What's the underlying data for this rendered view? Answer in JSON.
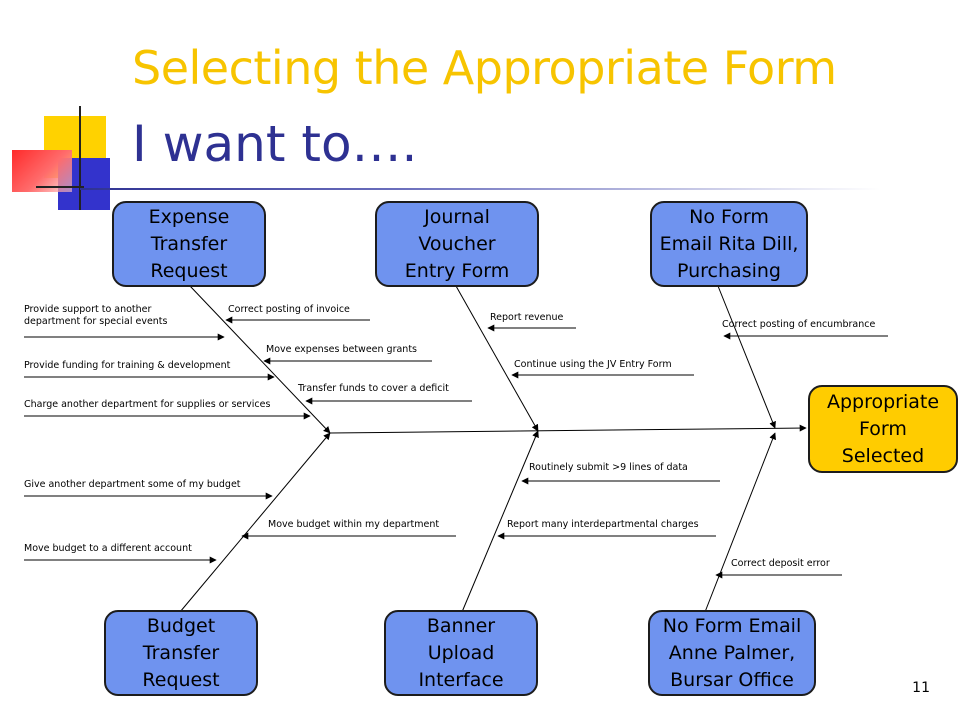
{
  "slide": {
    "title": "Selecting the Appropriate Form",
    "subtitle": "I want to….",
    "page_number": "11"
  },
  "colors": {
    "title": "#f7c400",
    "subtitle": "#2e3192",
    "form_box": "#6f93ef",
    "head_box": "#ffcc00"
  },
  "head": {
    "label": "Appropriate\nForm\nSelected"
  },
  "forms": [
    {
      "id": "expense-transfer",
      "label": "Expense\nTransfer\nRequest"
    },
    {
      "id": "journal-voucher",
      "label": "Journal\nVoucher\nEntry Form"
    },
    {
      "id": "no-form-rita",
      "label": "No Form\nEmail Rita Dill,\nPurchasing"
    },
    {
      "id": "budget-transfer",
      "label": "Budget\nTransfer\nRequest"
    },
    {
      "id": "banner-upload",
      "label": "Banner\nUpload\nInterface"
    },
    {
      "id": "no-form-anne",
      "label": "No Form Email\nAnne Palmer,\nBursar Office"
    }
  ],
  "causes": {
    "expense_transfer": [
      "Provide support to another department for special events",
      "Correct posting of invoice",
      "Move expenses between grants",
      "Provide funding for training & development",
      "Transfer funds to cover a deficit",
      "Charge another department for supplies or services"
    ],
    "journal_voucher": [
      "Report revenue",
      "Continue using the JV Entry Form"
    ],
    "no_form_rita": [
      "Correct posting of encumbrance"
    ],
    "budget_transfer": [
      "Give another department some of my budget",
      "Move budget within my department",
      "Move budget to a different account"
    ],
    "banner_upload": [
      "Routinely submit >9 lines of data",
      "Report many interdepartmental charges"
    ],
    "no_form_anne": [
      "Correct deposit error"
    ]
  }
}
